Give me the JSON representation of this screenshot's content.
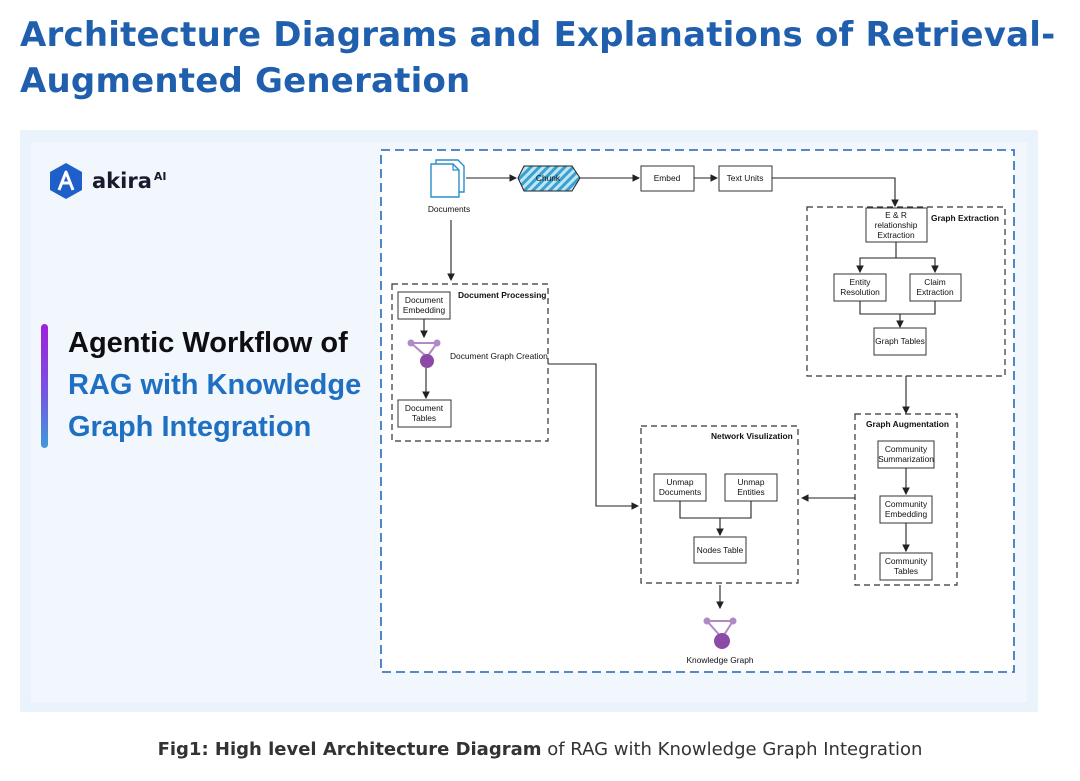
{
  "page": {
    "title": "Architecture Diagrams and Explanations of Retrieval-Augmented Generation"
  },
  "brand": {
    "logo_text": "akira",
    "logo_sup": "AI"
  },
  "headline": {
    "line1": "Agentic Workflow of",
    "line2": "RAG with Knowledge",
    "line3": "Graph Integration"
  },
  "diagram": {
    "documents": "Documents",
    "chunk": "Chunk",
    "embed": "Embed",
    "text_units": "Text Units",
    "graph_extraction": {
      "title": "Graph Extraction",
      "er_line1": "E & R",
      "er_line2": "relationship",
      "er_line3": "Extraction",
      "entity_line1": "Entity",
      "entity_line2": "Resolution",
      "claim_line1": "Claim",
      "claim_line2": "Extraction",
      "graph_tables": "Graph Tables"
    },
    "document_processing": {
      "title": "Document Processing",
      "embed_line1": "Document",
      "embed_line2": "Embedding",
      "graph_creation": "Document Graph Creation",
      "tables_line1": "Document",
      "tables_line2": "Tables"
    },
    "graph_augmentation": {
      "title": "Graph Augmentation",
      "summ_line1": "Community",
      "summ_line2": "Summarization",
      "embed_line1": "Community",
      "embed_line2": "Embedding",
      "tables_line1": "Community",
      "tables_line2": "Tables"
    },
    "network_visualization": {
      "title": "Network Visulization",
      "unmap_docs_line1": "Unmap",
      "unmap_docs_line2": "Documents",
      "unmap_ent_line1": "Unmap",
      "unmap_ent_line2": "Entities",
      "nodes_table": "Nodes Table"
    },
    "knowledge_graph": "Knowledge Graph"
  },
  "caption": {
    "bold": "Fig1: High level Architecture Diagram",
    "rest": " of RAG with Knowledge Graph Integration"
  },
  "colors": {
    "title_blue": "#1f5fae",
    "accent_blue": "#1f6fc2",
    "frame": "#eaf2fb",
    "node_purple": "#8a4aa6",
    "document_icon": "#2a8fc7",
    "chunk_fill": "#7cc6e6"
  }
}
